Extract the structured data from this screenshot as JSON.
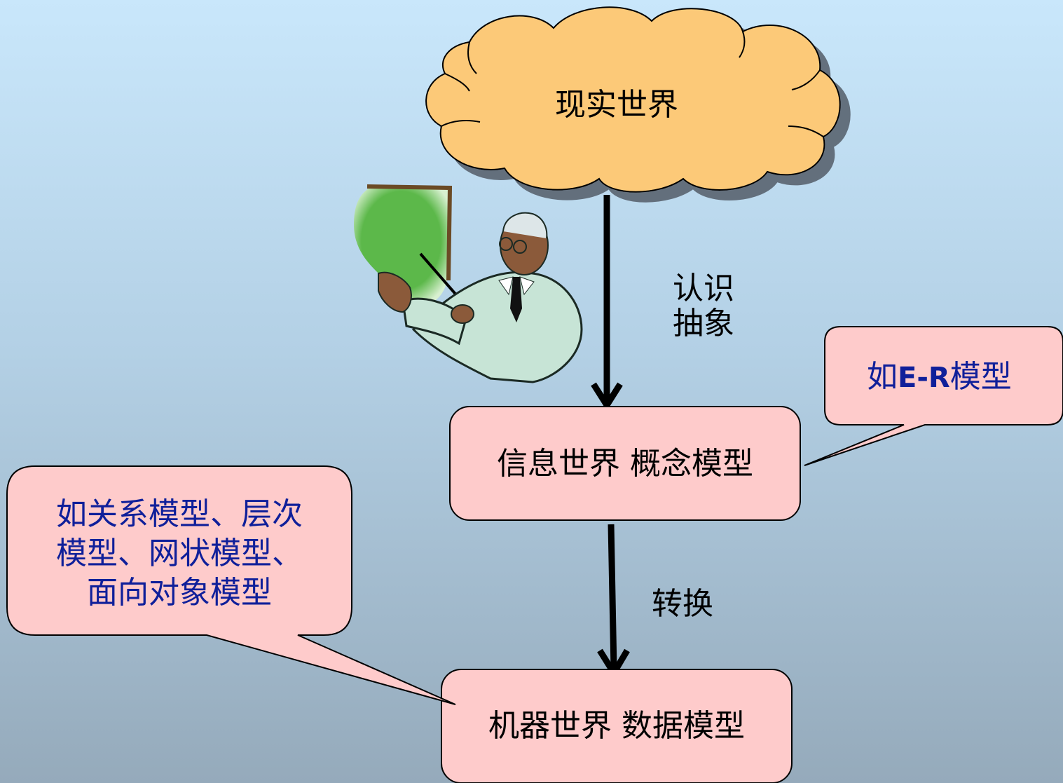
{
  "nodes": {
    "real_world": "现实世界",
    "info_world": "信息世界 概念模型",
    "machine_world": "机器世界 数据模型"
  },
  "edges": {
    "abstract_line1": "认识",
    "abstract_line2": "抽象",
    "convert": "转换"
  },
  "callouts": {
    "er_prefix": "如",
    "er_bold": "E-R",
    "er_suffix": "模型",
    "models_line1": "如关系模型、层次",
    "models_line2": "模型、网状模型、",
    "models_line3": "面向对象模型"
  },
  "colors": {
    "cloud_fill": "#fcc978",
    "box_fill": "#fecbcb",
    "callout_text": "#0f1f9a",
    "board_fill": "#5cb84a"
  },
  "icons": {
    "presenter": "teacher-presenting-icon"
  }
}
